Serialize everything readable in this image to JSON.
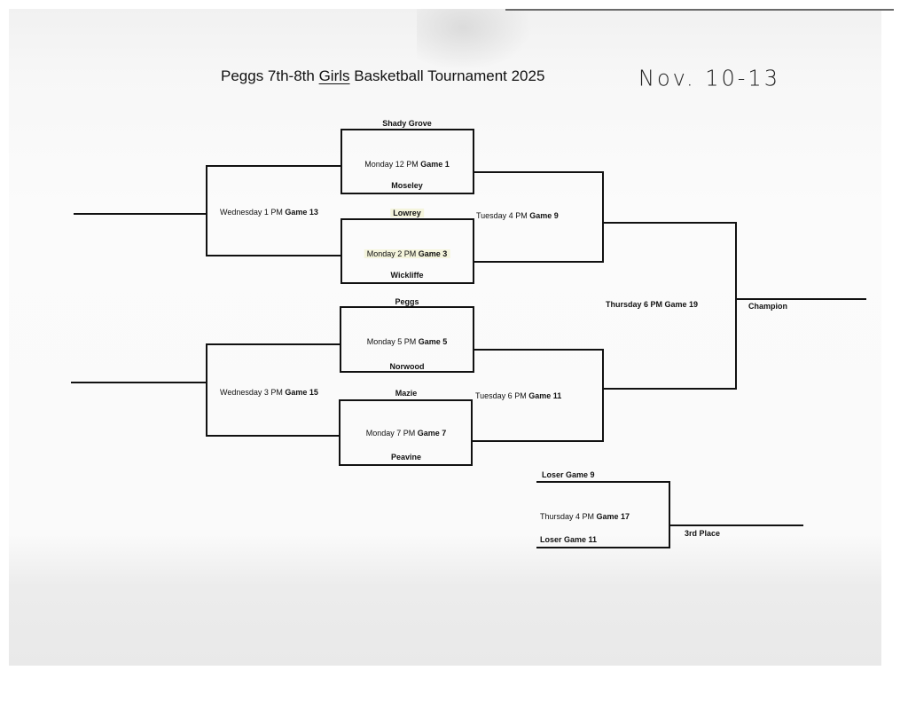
{
  "header": {
    "title_prefix": "Peggs 7th-8th ",
    "title_underlined": "Girls",
    "title_suffix": " Basketball Tournament 2025",
    "handwritten_dates": "Nov. 10-13"
  },
  "first_round": [
    {
      "team_top": "Shady Grove",
      "game_time": "Monday 12 PM ",
      "game_number": "Game 1",
      "team_bottom": "Moseley"
    },
    {
      "team_top": "Lowrey",
      "game_time": "Monday  2 PM ",
      "game_number": "Game 3",
      "team_bottom": "Wickliffe"
    },
    {
      "team_top": "Peggs",
      "game_time": "Monday 5 PM ",
      "game_number": "Game 5",
      "team_bottom": "Norwood"
    },
    {
      "team_top": "Mazie",
      "game_time": "Monday 7 PM ",
      "game_number": "Game 7",
      "team_bottom": "Peavine"
    }
  ],
  "consolation": [
    {
      "game_time": "Wednesday 1 PM ",
      "game_number": "Game 13"
    },
    {
      "game_time": "Wednesday 3 PM ",
      "game_number": "Game 15"
    }
  ],
  "semifinals": [
    {
      "game_time": "Tuesday 4 PM ",
      "game_number": "Game 9"
    },
    {
      "game_time": "Tuesday 6 PM ",
      "game_number": "Game 11"
    }
  ],
  "final": {
    "game_time": "Thursday 6 PM Game 19",
    "result_label": "Champion"
  },
  "third_place": {
    "team_top": "Loser Game 9",
    "game_time": "Thursday 4 PM ",
    "game_number": "Game 17",
    "team_bottom": "Loser Game 11",
    "result_label": "3rd Place"
  }
}
